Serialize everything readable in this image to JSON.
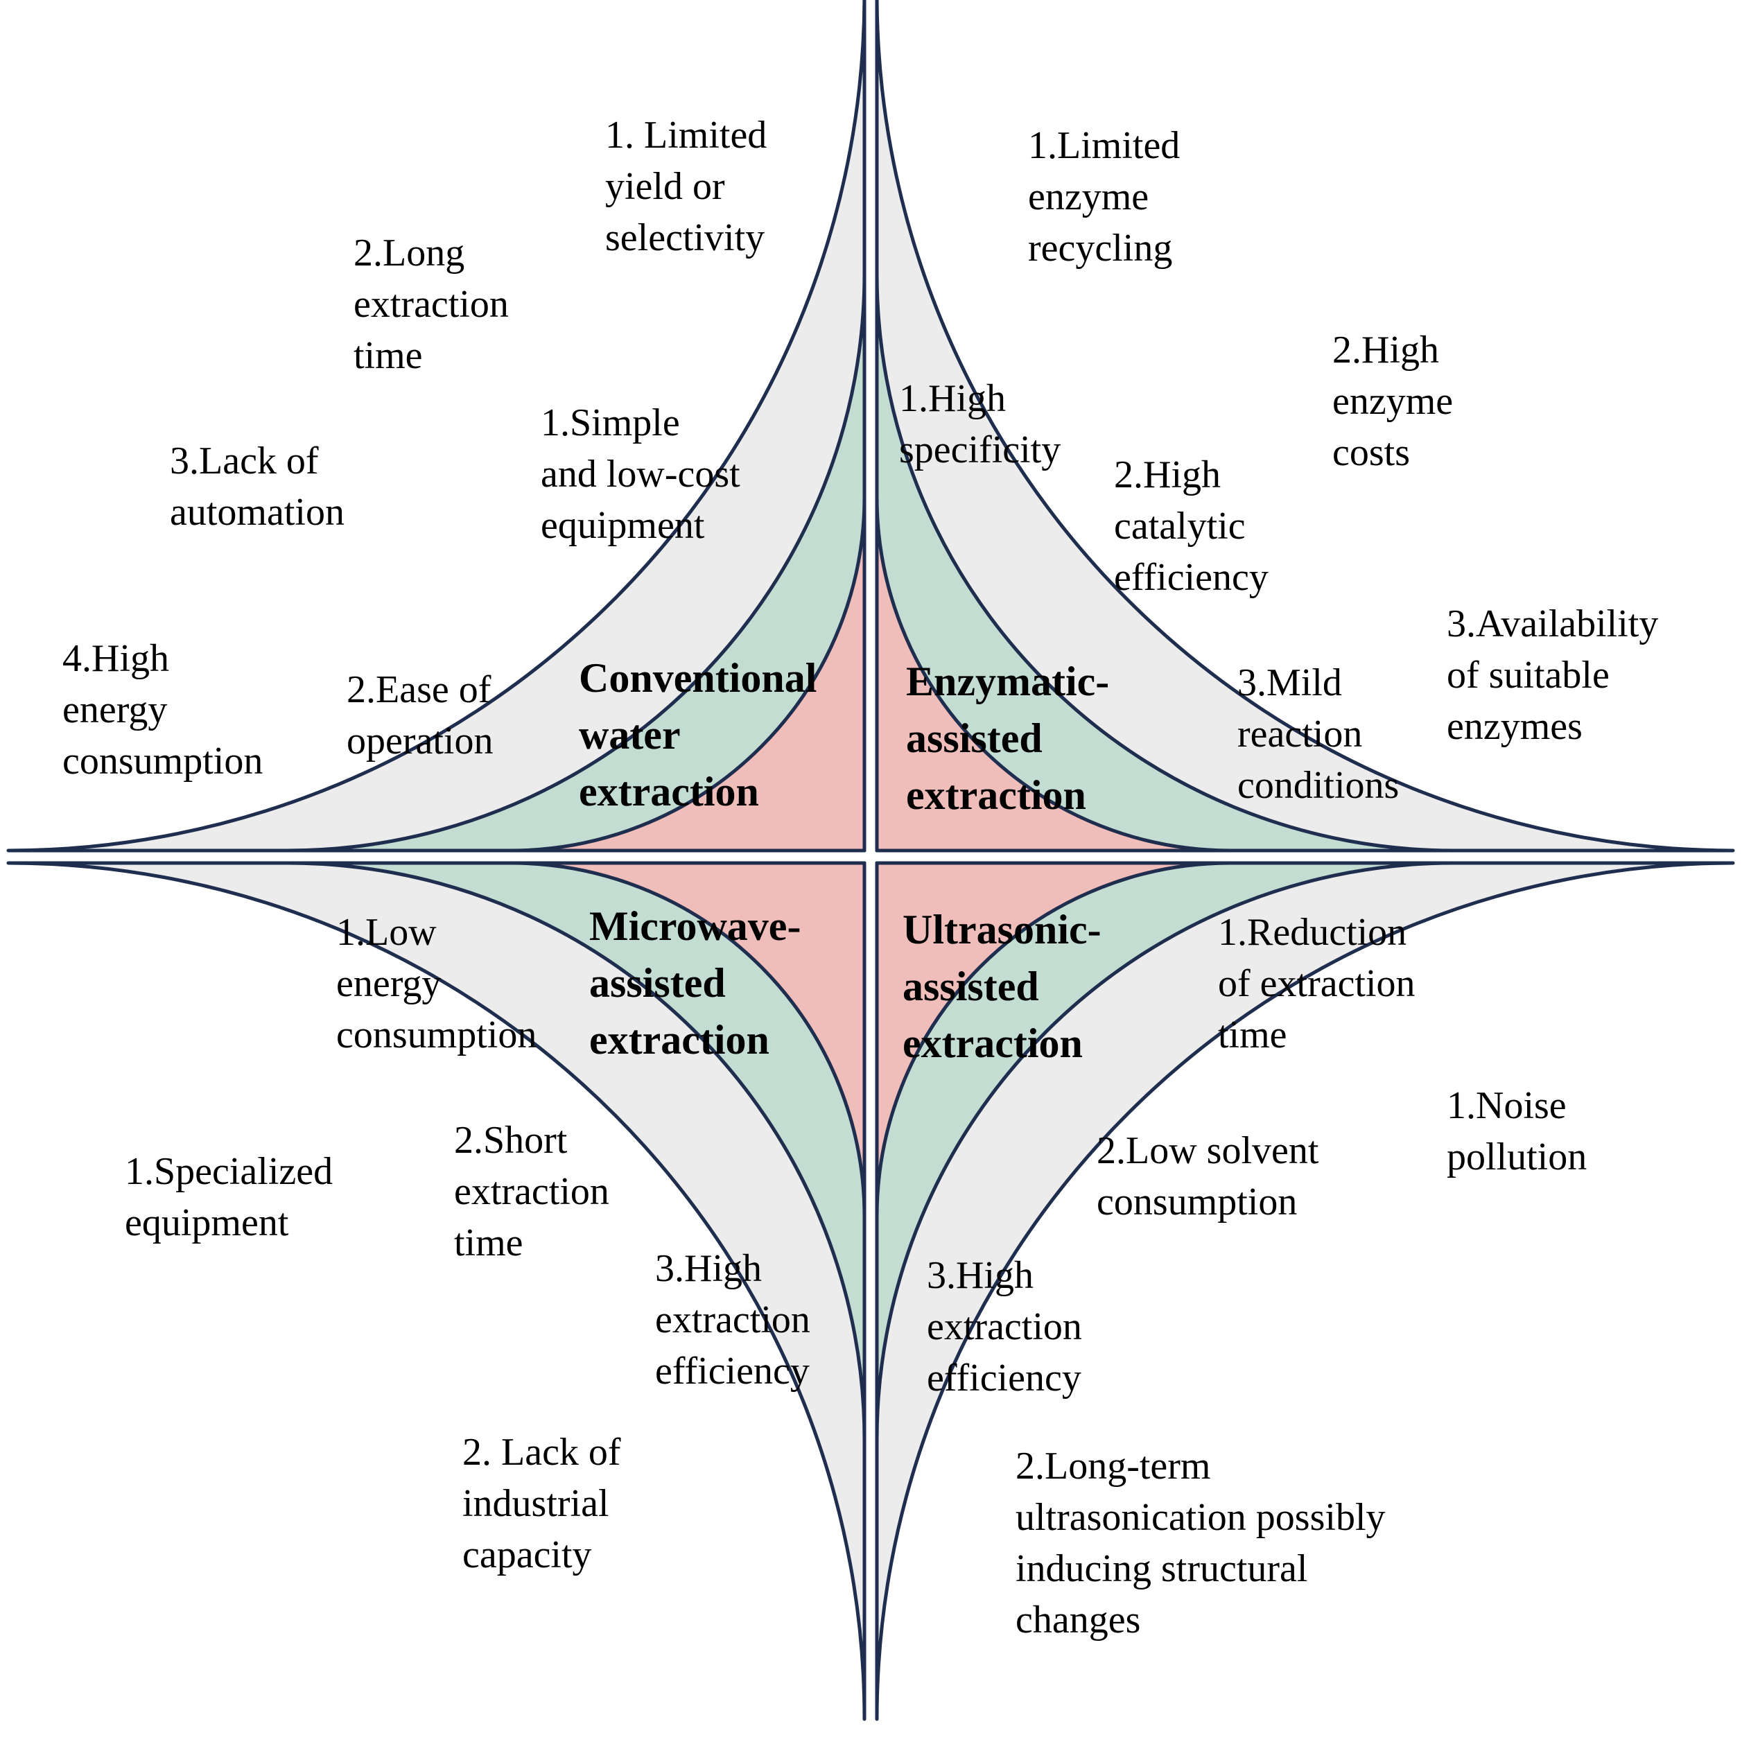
{
  "colors": {
    "outer_ring": "#ECECEC",
    "middle_ring": "#C3DDD3",
    "inner_circle": "#F0BEBA",
    "stroke": "#1F2D4E",
    "gap": "#FFFFFF"
  },
  "quadrants": {
    "conventional": {
      "title": [
        "Conventional",
        "water",
        "extraction"
      ],
      "advantages": [
        [
          "1.Simple",
          "and low-cost",
          "equipment"
        ],
        [
          "2.Ease of",
          "operation"
        ]
      ],
      "disadvantages": [
        [
          "1. Limited",
          "yield or",
          "selectivity"
        ],
        [
          "2.Long",
          "extraction",
          "time"
        ],
        [
          "3.Lack of",
          "automation"
        ],
        [
          "4.High",
          "energy",
          "consumption"
        ]
      ]
    },
    "enzymatic": {
      "title": [
        "Enzymatic-",
        "assisted",
        "extraction"
      ],
      "advantages": [
        [
          "1.High",
          "specificity"
        ],
        [
          "2.High",
          "catalytic",
          "efficiency"
        ],
        [
          "3.Mild",
          "reaction",
          "conditions"
        ]
      ],
      "disadvantages": [
        [
          "1.Limited",
          "enzyme",
          "recycling"
        ],
        [
          "2.High",
          "enzyme",
          "costs"
        ],
        [
          "3.Availability",
          "of suitable",
          "enzymes"
        ]
      ]
    },
    "microwave": {
      "title": [
        "Microwave-",
        "assisted",
        "extraction"
      ],
      "advantages": [
        [
          "1.Low",
          "energy",
          "consumption"
        ],
        [
          "2.Short",
          "extraction",
          "time"
        ],
        [
          "3.High",
          "extraction",
          "efficiency"
        ]
      ],
      "disadvantages": [
        [
          "1.Specialized",
          "equipment"
        ],
        [
          "2. Lack of",
          "industrial",
          "capacity"
        ]
      ]
    },
    "ultrasonic": {
      "title": [
        "Ultrasonic-",
        "assisted",
        "extraction"
      ],
      "advantages": [
        [
          "1.Reduction",
          "of extraction",
          "time"
        ],
        [
          "2.Low solvent",
          "consumption"
        ],
        [
          "3.High",
          "extraction",
          "efficiency"
        ]
      ],
      "disadvantages": [
        [
          "1.Noise",
          "pollution"
        ],
        [
          "2.Long-term",
          "ultrasonication possibly",
          "inducing structural",
          "changes"
        ]
      ]
    }
  }
}
